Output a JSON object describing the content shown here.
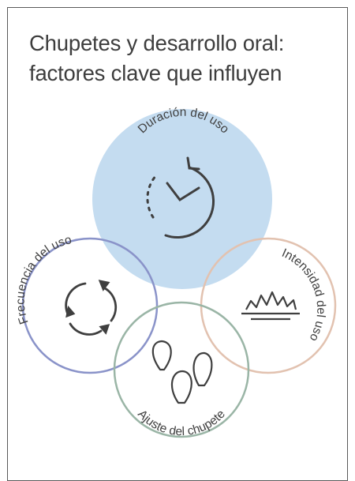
{
  "title": {
    "line1": "Chupetes y desarrollo oral:",
    "line2": "factores clave que influyen"
  },
  "factors": [
    {
      "label": "Duración del uso",
      "icon": "clock-icon",
      "color": "#c4dcf0"
    },
    {
      "label": "Frecuencia del uso",
      "icon": "cycle-arrows-icon",
      "color": "#8a93c9"
    },
    {
      "label": "Intensidad del uso",
      "icon": "burst-icon",
      "color": "#e2c2b0"
    },
    {
      "label": "Ajuste del chupete",
      "icon": "pacifier-shapes-icon",
      "color": "#9ab5a6"
    }
  ]
}
